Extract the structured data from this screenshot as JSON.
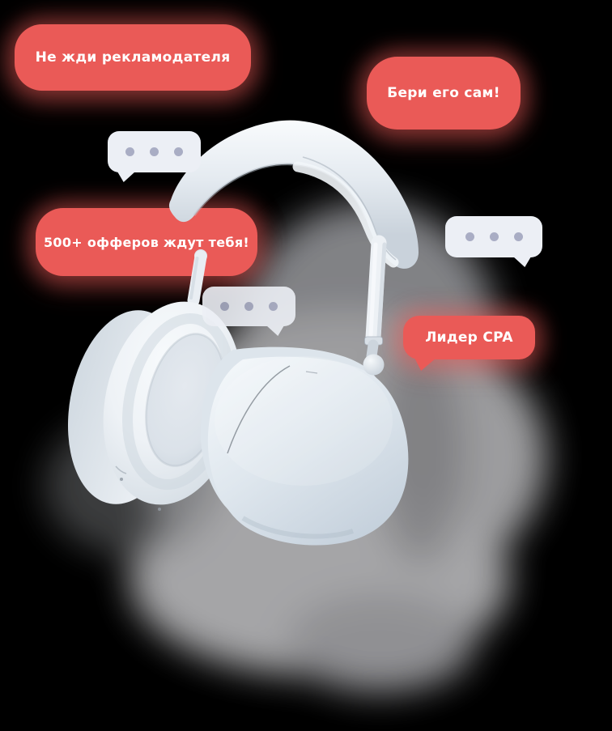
{
  "scene": {
    "background": "#000000"
  },
  "palette": {
    "accent_red": "#EA5A57",
    "bubble_text": "#FFFFFF",
    "typing_bubble_bg": "#ECEFF5",
    "typing_dot": "#A9ADC4",
    "headphones_white": "#E9EEF3"
  },
  "speech_bubbles": {
    "top_left": {
      "text": "Не жди рекламодателя"
    },
    "top_right": {
      "text": "Бери его сам!"
    },
    "mid_left": {
      "text": "500+ офферов ждут тебя!"
    },
    "mid_right": {
      "text": "Лидер CPA"
    }
  },
  "typing_indicators": {
    "count": 3,
    "dots_per_bubble": 3
  }
}
